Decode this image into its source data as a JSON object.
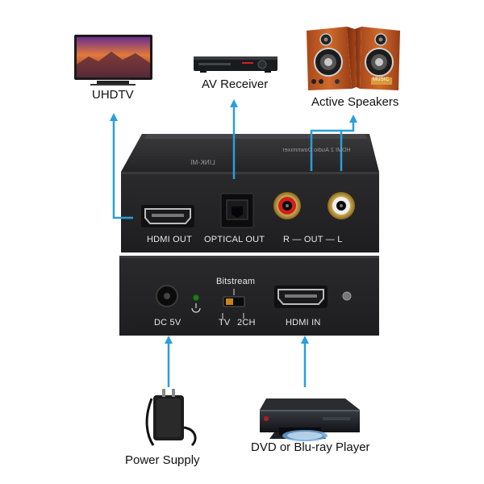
{
  "devices": {
    "tv": "UHDTV",
    "av_receiver": "AV Receiver",
    "speakers": "Active Speakers",
    "power_supply": "Power Supply",
    "player": "DVD or Blu-ray Player",
    "speaker_badge": "MUSIC"
  },
  "box": {
    "top_brand": "LINK-MI",
    "top_model": "HDMI 2 Audio Downmixer",
    "front_ports": {
      "hdmi_out": "HDMI OUT",
      "optical_out": "OPTICAL OUT",
      "rl_out": "R — OUT — L"
    },
    "rear_ports": {
      "dc": "DC 5V",
      "switch_title": "Bitstream",
      "switch_tv": "TV",
      "switch_2ch": "2CH",
      "hdmi_in": "HDMI IN"
    }
  },
  "colors": {
    "arrow": "#2a9fd8",
    "box": "#2b2b2d",
    "rca_red": "#d11d1d"
  }
}
